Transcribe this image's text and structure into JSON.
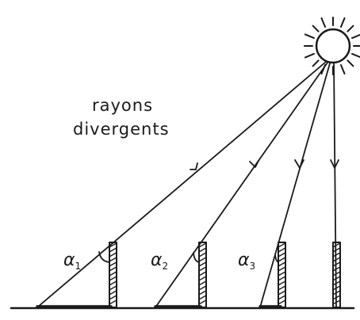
{
  "caption": {
    "line1": "rayons",
    "line2": "divergents"
  },
  "angles": [
    {
      "symbol": "α",
      "index": "1"
    },
    {
      "symbol": "α",
      "index": "2"
    },
    {
      "symbol": "α",
      "index": "3"
    }
  ],
  "colors": {
    "ink": "#1a1a1a",
    "background": "#ffffff"
  }
}
